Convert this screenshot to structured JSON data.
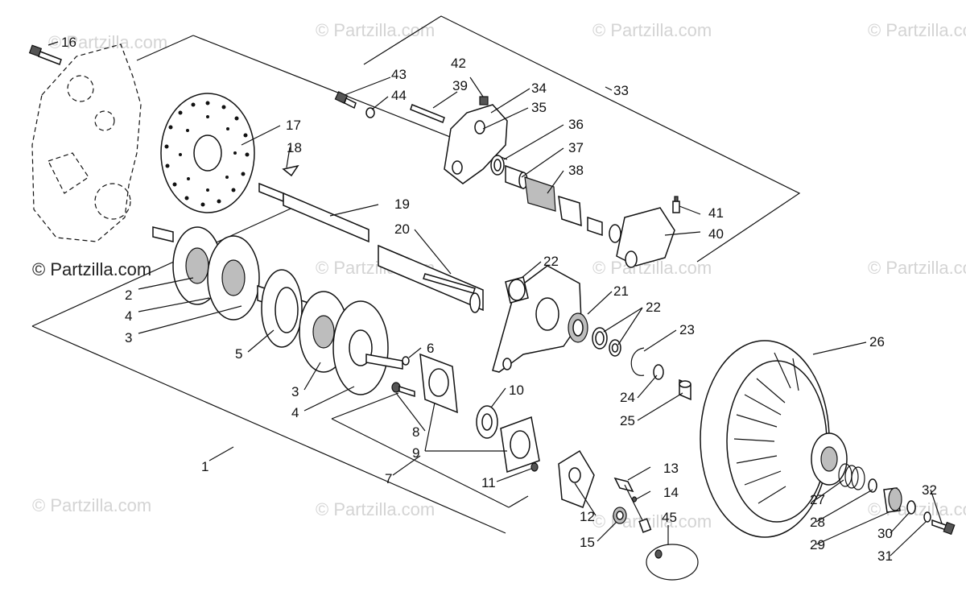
{
  "watermarks": {
    "main": "© Partzilla.com",
    "faint": "© Partzilla.com"
  },
  "callouts": [
    "1",
    "2",
    "3",
    "3",
    "4",
    "4",
    "5",
    "6",
    "7",
    "8",
    "9",
    "10",
    "11",
    "12",
    "13",
    "14",
    "15",
    "16",
    "17",
    "18",
    "19",
    "20",
    "21",
    "22",
    "22",
    "23",
    "24",
    "25",
    "26",
    "27",
    "28",
    "29",
    "30",
    "31",
    "32",
    "33",
    "34",
    "35",
    "36",
    "37",
    "38",
    "39",
    "40",
    "41",
    "42",
    "43",
    "44",
    "45"
  ],
  "colors": {
    "line": "#111111",
    "watermark": "#d4d4d4",
    "background": "#ffffff"
  }
}
